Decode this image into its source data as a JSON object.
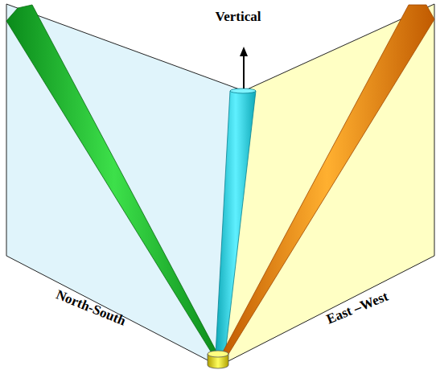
{
  "diagram": {
    "labels": [
      "Vertical",
      "North-South",
      "East –West"
    ]
  }
}
